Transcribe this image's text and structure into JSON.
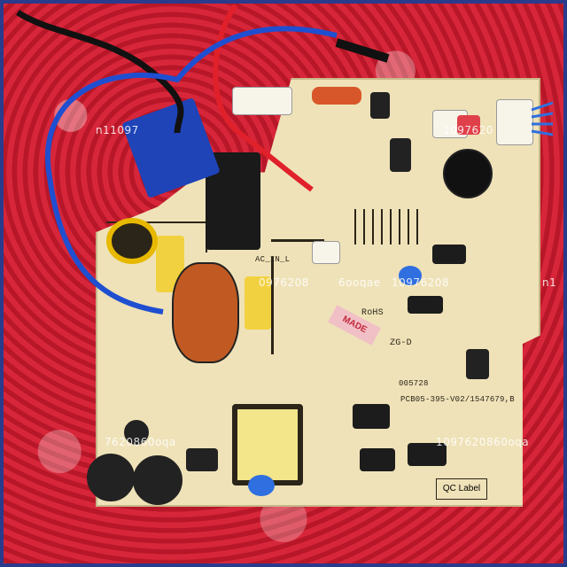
{
  "board": {
    "silkscreen": {
      "rohs": "RoHS",
      "part_code": "PCB05-395-V02/1547679,B",
      "zg": "ZG-D",
      "qc_label": "QC Label",
      "ac_in": "AC_IN_L",
      "serial": "005728"
    },
    "sticker_text": "MADE",
    "watermarks": [
      "n11097",
      "1097620",
      "0976208",
      "6ooqae",
      "10976208",
      "n1",
      "1097620860oqa",
      "7620860oqa"
    ]
  },
  "colors": {
    "background_bubble_wrap": "#c81e2e",
    "board": "#efe2b8",
    "wire_blue": "#1f4fd0",
    "wire_red": "#e0202a",
    "wire_black": "#111111",
    "transformer_yellow": "#f2e58a",
    "relay_blue": "#1e44b8",
    "border": "#2a3a8c"
  }
}
